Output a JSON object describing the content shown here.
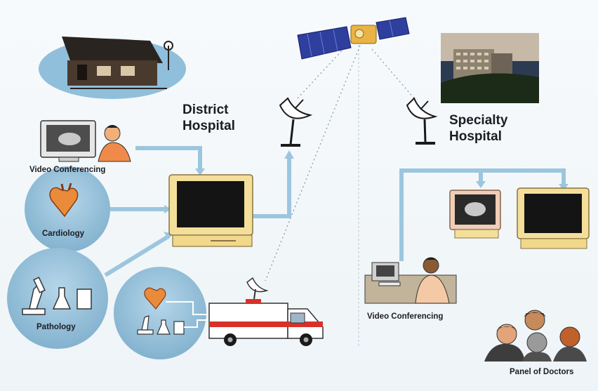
{
  "labels": {
    "district_line1": "District",
    "district_line2": "Hospital",
    "specialty_line1": "Specialty",
    "specialty_line2": "Hospital",
    "video_conf_left": "Video Conferencing",
    "cardiology": "Cardiology",
    "pathology": "Pathology",
    "video_conf_right": "Video Conferencing",
    "panel_of_doctors": "Panel of Doctors"
  },
  "colors": {
    "link_blue": "#9cc6de",
    "circle_blue": "#8fbcd8",
    "monitor_beige": "#f4df9a",
    "satellite_blue": "#2e3f9e",
    "ambulance_red": "#d8302a"
  },
  "icons": [
    "satellite-icon",
    "satellite-dish-icon",
    "village-house-icon",
    "hospital-building-icon",
    "monitor-icon",
    "heart-icon",
    "microscope-icon",
    "ambulance-icon",
    "doctor-icon"
  ]
}
